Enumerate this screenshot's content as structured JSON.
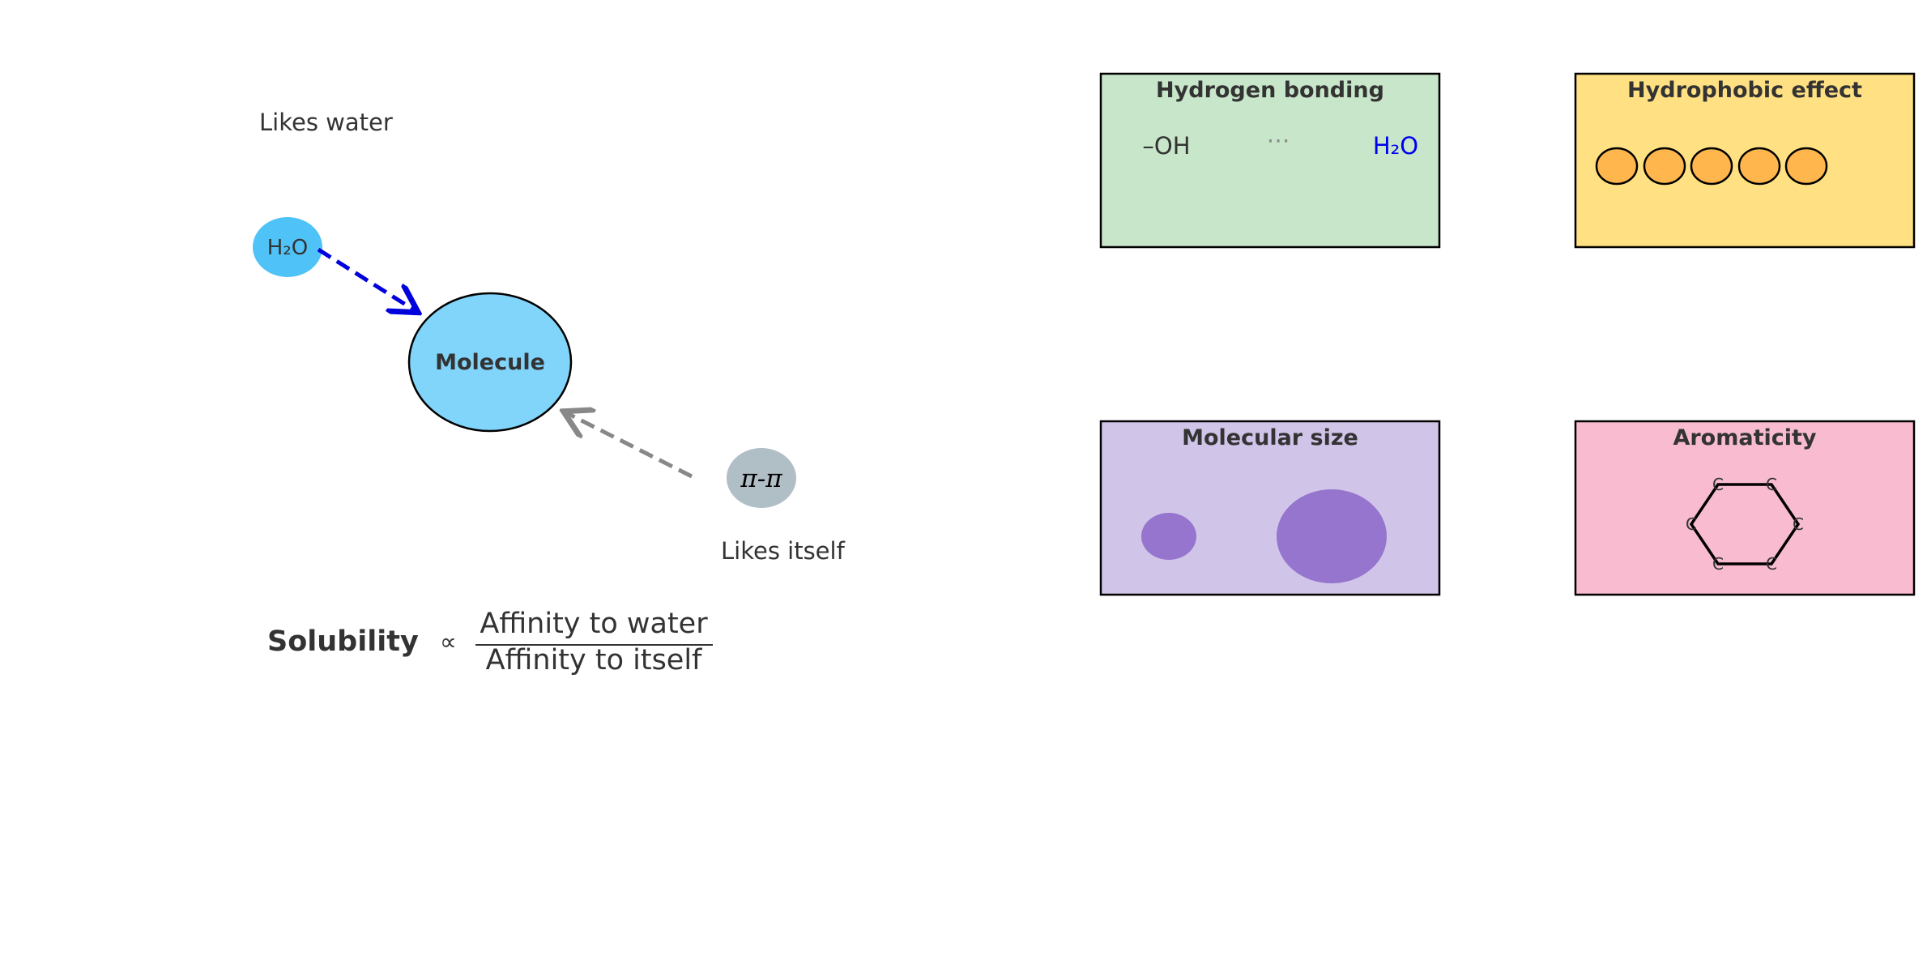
{
  "left": {
    "likes_water_label": "Likes water",
    "water_node": "H₂O",
    "molecule_node": "Molecule",
    "pi_node": "π-π",
    "likes_itself_label": "Likes itself",
    "formula": {
      "lhs": "Solubility",
      "proportional_symbol": "∝",
      "numerator": "Affinity to water",
      "denominator": "Affinity to itself"
    }
  },
  "panels": {
    "hydrogen_bonding": {
      "title": "Hydrogen bonding",
      "left_group": "–OH",
      "dots": "⋯",
      "right_group": "H₂O"
    },
    "hydrophobic_effect": {
      "title": "Hydrophobic effect",
      "bead_count": 5
    },
    "molecular_size": {
      "title": "Molecular size"
    },
    "aromaticity": {
      "title": "Aromaticity",
      "ring_atoms": [
        "C",
        "C",
        "C",
        "C",
        "C",
        "C"
      ]
    }
  },
  "colors": {
    "water_node": "#4fc3f7",
    "molecule_node": "#81d4fa",
    "pi_node": "#b0bec5",
    "water_arrow": "#0000dd",
    "self_arrow": "#888888",
    "hbond_bg": "#c8e6c9",
    "hydrophobic_bg": "#ffe082",
    "bead": "#ffb74d",
    "size_bg": "#d1c4e9",
    "size_blob": "#9575cd",
    "aromatic_bg": "#f8bbd0",
    "h2o_blue": "#0000ee"
  }
}
